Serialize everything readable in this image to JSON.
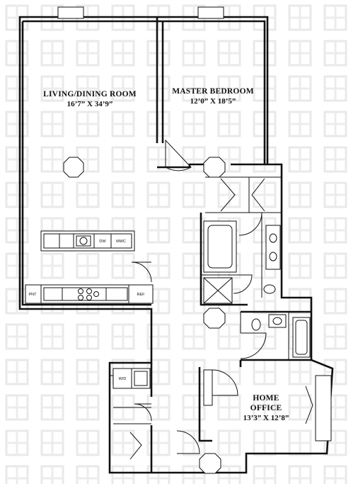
{
  "rooms": {
    "living": {
      "name": "LIVING/DINING ROOM",
      "dims": "16’7” X 34’9”"
    },
    "master": {
      "name": "MASTER BEDROOM",
      "dims": "12’0” X 18’5”"
    },
    "office": {
      "name": "HOME",
      "name2": "OFFICE",
      "dims": "13’3” X 12’8”"
    }
  },
  "fixtures": {
    "dw": "DW",
    "mwc": "MWC",
    "pnt": "PNT",
    "ref": "REF",
    "wd": "W/D"
  },
  "colors": {
    "line": "#111111",
    "watermark": "#e6e6e6",
    "background": "#ffffff"
  }
}
